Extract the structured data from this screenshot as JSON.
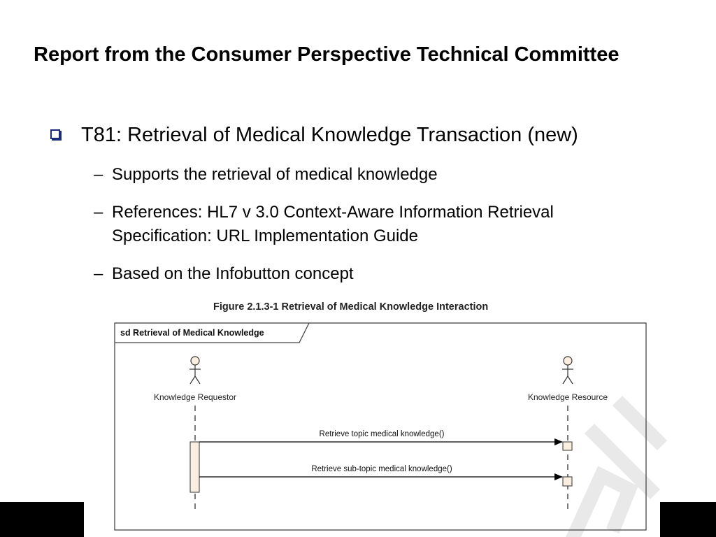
{
  "slide": {
    "title": "Report from the Consumer Perspective Technical Committee",
    "main_bullet": "T81: Retrieval of Medical Knowledge Transaction (new)",
    "sub_bullets": [
      "Supports the retrieval of medical knowledge",
      "References: HL7 v 3.0 Context-Aware Information Retrieval Specification: URL Implementation Guide",
      "Based on the Infobutton concept"
    ],
    "dash": "–"
  },
  "figure": {
    "caption": "Figure 2.1.3-1  Retrieval of Medical Knowledge Interaction",
    "frame_label": "sd Retrieval of Medical Knowledge",
    "actor_left": "Knowledge Requestor",
    "actor_right": "Knowledge Resource",
    "message_1": "Retrieve topic medical knowledge()",
    "message_2": "Retrieve sub-topic medical knowledge()",
    "activation_color": "#faeee0"
  }
}
